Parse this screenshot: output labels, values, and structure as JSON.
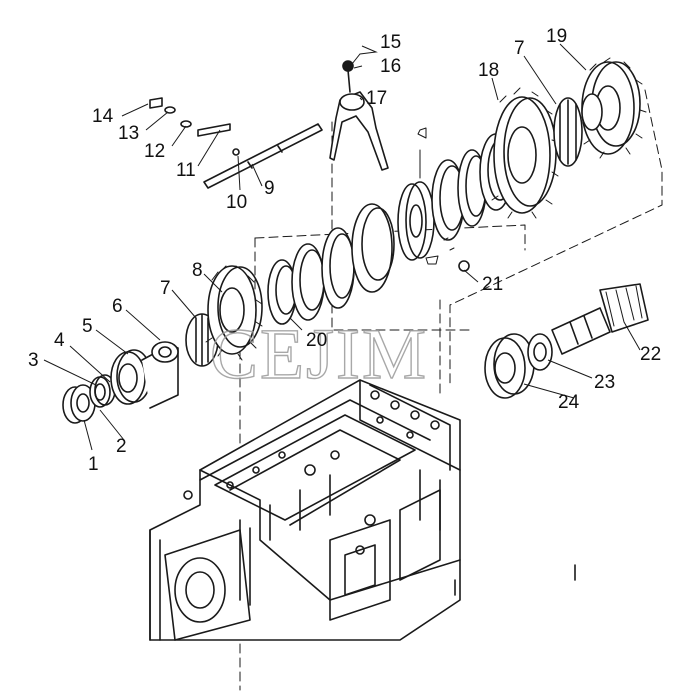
{
  "watermark": "CEJIM",
  "callouts": [
    {
      "id": "1",
      "text": "1"
    },
    {
      "id": "2",
      "text": "2"
    },
    {
      "id": "3",
      "text": "3"
    },
    {
      "id": "4",
      "text": "4"
    },
    {
      "id": "5",
      "text": "5"
    },
    {
      "id": "6",
      "text": "6"
    },
    {
      "id": "7a",
      "text": "7"
    },
    {
      "id": "8",
      "text": "8"
    },
    {
      "id": "9",
      "text": "9"
    },
    {
      "id": "10",
      "text": "10"
    },
    {
      "id": "11",
      "text": "11"
    },
    {
      "id": "12",
      "text": "12"
    },
    {
      "id": "13",
      "text": "13"
    },
    {
      "id": "14",
      "text": "14"
    },
    {
      "id": "15",
      "text": "15"
    },
    {
      "id": "16",
      "text": "16"
    },
    {
      "id": "17",
      "text": "17"
    },
    {
      "id": "18",
      "text": "18"
    },
    {
      "id": "7b",
      "text": "7"
    },
    {
      "id": "19",
      "text": "19"
    },
    {
      "id": "20",
      "text": "20"
    },
    {
      "id": "21",
      "text": "21"
    },
    {
      "id": "22",
      "text": "22"
    },
    {
      "id": "23",
      "text": "23"
    },
    {
      "id": "24",
      "text": "24"
    }
  ]
}
